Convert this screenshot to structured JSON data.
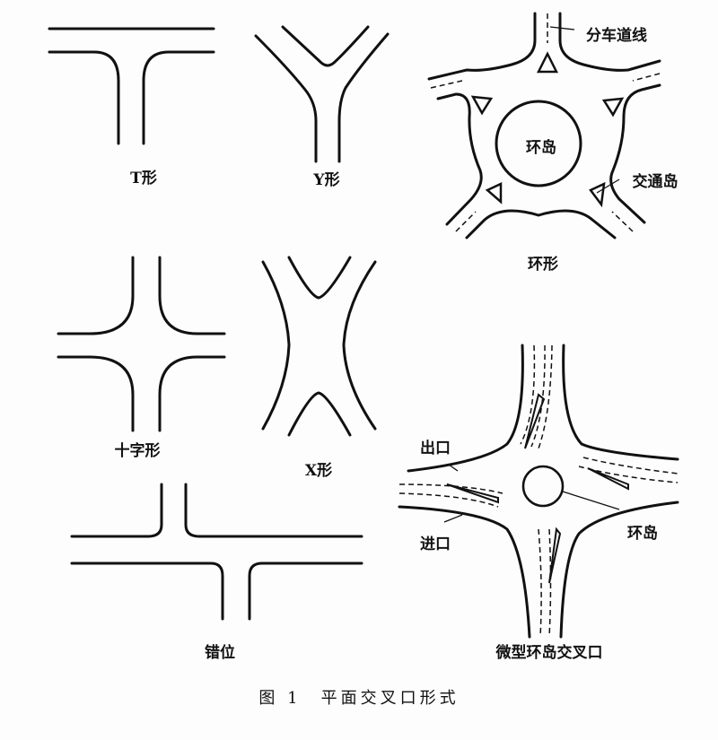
{
  "labels": {
    "t_shape": "T形",
    "y_shape": "Y形",
    "ring": "环形",
    "lane_divider": "分车道线",
    "ring_island": "环岛",
    "traffic_island": "交通岛",
    "cross_shape": "十字形",
    "x_shape": "X形",
    "staggered": "错位",
    "exit": "出口",
    "entrance": "进口",
    "mini_island": "环岛",
    "mini_roundabout": "微型环岛交叉口"
  },
  "caption": "图 1　平面交叉口形式"
}
